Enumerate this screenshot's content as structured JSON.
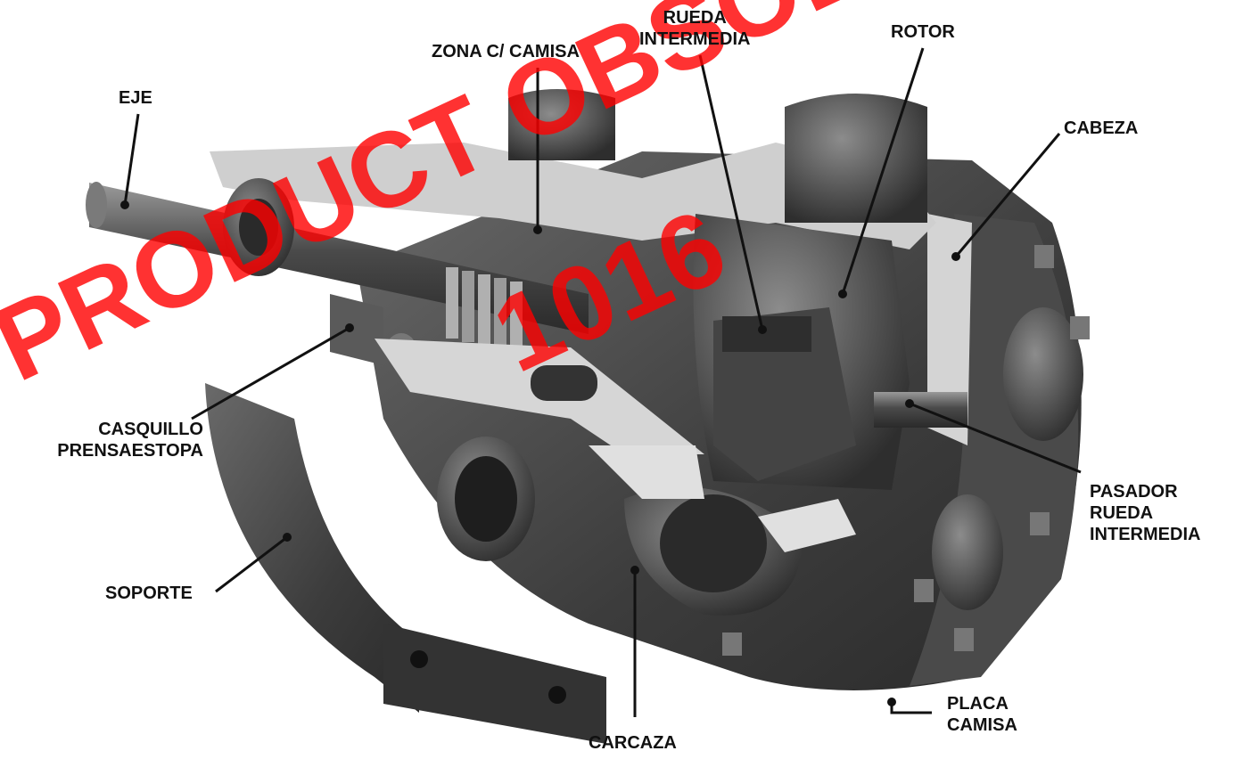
{
  "labels": {
    "eje": "EJE",
    "zona_camisa": "ZONA C/ CAMISA",
    "rueda_intermedia": [
      "RUEDA",
      "INTERMEDIA"
    ],
    "rotor": "ROTOR",
    "cabeza": "CABEZA",
    "casquillo_prensaestopa": [
      "CASQUILLO",
      "PRENSAESTOPA"
    ],
    "pasador_rueda_intermedia": [
      "PASADOR",
      "RUEDA",
      "INTERMEDIA"
    ],
    "soporte": "SOPORTE",
    "placa_camisa": [
      "PLACA",
      "CAMISA"
    ],
    "carcaza": "CARCAZA"
  },
  "watermark": {
    "line1": "PRODUCT OBSOLETE",
    "line2": "1016",
    "color": "#ff0000"
  },
  "colors": {
    "metal_dark": "#3a3a3a",
    "metal_mid": "#6b6b6b",
    "metal_light": "#a9a9a9",
    "cut_face": "#d9d9d9",
    "leader": "#111111"
  }
}
